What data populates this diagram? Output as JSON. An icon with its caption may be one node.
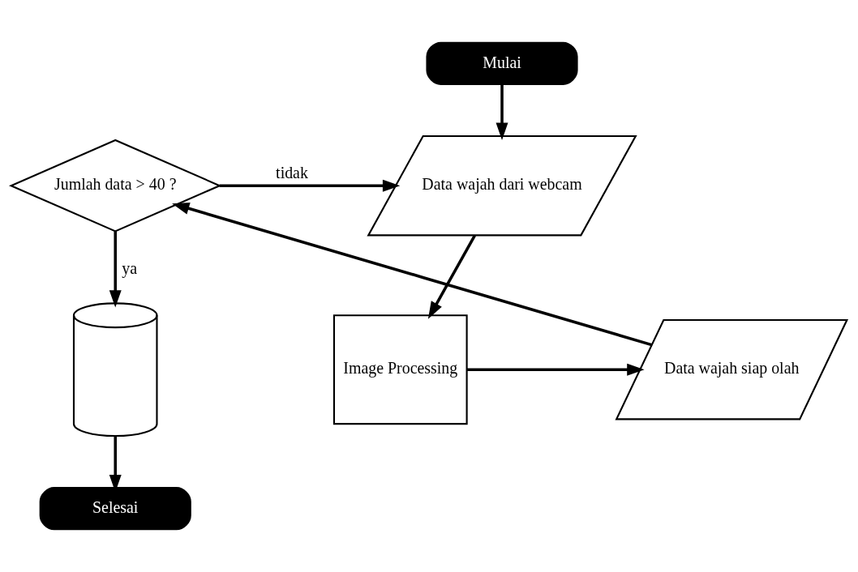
{
  "diagram": {
    "nodes": [
      {
        "text": [
          "Mulai"
        ]
      },
      {
        "text": [
          "Data wajah dari webcam"
        ]
      },
      {
        "text": [
          "Image Processing"
        ]
      },
      {
        "text": [
          "Data wajah siap olah"
        ]
      },
      {
        "text": [
          "Jumlah data > 40 ?"
        ]
      },
      {
        "text": [],
        "shape": "cylinder"
      },
      {
        "text": [
          "Selesai"
        ]
      }
    ],
    "edges": [
      {
        "from": 0,
        "to": 1,
        "arrow": "to"
      },
      {
        "from": 1,
        "to": 2,
        "arrow": "to"
      },
      {
        "from": 2,
        "to": 3,
        "arrow": "to"
      },
      {
        "from": 3,
        "to": 4,
        "arrow": "to"
      },
      {
        "from": 4,
        "to": 1,
        "arrow": "to",
        "label": "tidak"
      },
      {
        "from": 4,
        "to": 5,
        "arrow": "to",
        "label": "ya"
      },
      {
        "from": 5,
        "to": 6,
        "arrow": "to"
      }
    ]
  }
}
